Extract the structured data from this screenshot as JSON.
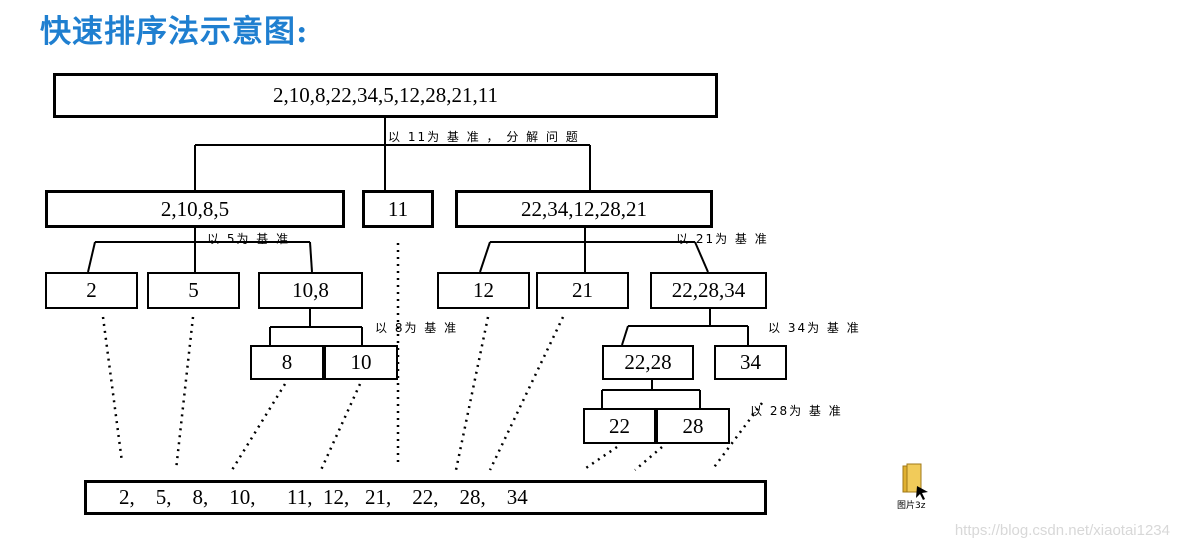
{
  "title": "快速排序法示意图:",
  "root": "2,10,8,22,34,5,12,28,21,11",
  "notes": {
    "pivot_11": "以 11为 基 准 ， 分 解 问 题",
    "pivot_5": "以 5为 基 准",
    "pivot_21": "以 21为 基 准",
    "pivot_8": "以 8为 基 准",
    "pivot_34": "以 34为 基 准",
    "pivot_28": "以 28为 基 准"
  },
  "level1": {
    "left": "2,10,8,5",
    "middle": "11",
    "right": "22,34,12,28,21"
  },
  "level2_left": {
    "a": "2",
    "b": "5",
    "c": "10,8"
  },
  "level2_right": {
    "a": "12",
    "b": "21",
    "c": "22,28,34"
  },
  "level3_left": {
    "a": "8",
    "b": "10"
  },
  "level3_right": {
    "a": "22,28",
    "b": "34"
  },
  "level4_right": {
    "a": "22",
    "b": "28"
  },
  "result": "2,    5,    8,    10,      11,  12,   21,    22,    28,    34",
  "file_icon": {
    "icon": "folder-icon",
    "label": "图片3z"
  },
  "watermark": "https://blog.csdn.net/xiaotai1234"
}
